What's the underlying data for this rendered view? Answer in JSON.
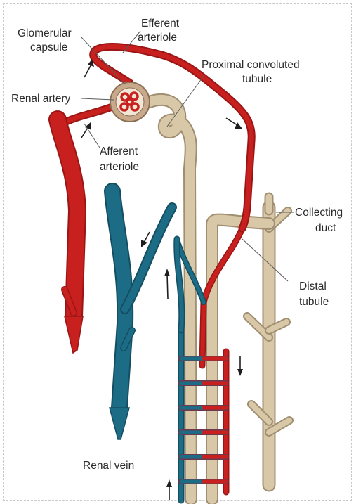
{
  "labels": {
    "efferent_line1": "Efferent",
    "efferent_line2": "arteriole",
    "glomerular_line1": "Glomerular",
    "glomerular_line2": "capsule",
    "proximal_line1": "Proximal convoluted",
    "proximal_line2": "tubule",
    "renal_artery": "Renal artery",
    "afferent_line1": "Afferent",
    "afferent_line2": "arteriole",
    "collecting_line1": "Collecting",
    "collecting_line2": "duct",
    "distal_line1": "Distal",
    "distal_line2": "tubule",
    "renal_vein": "Renal vein"
  },
  "colors": {
    "artery": "#c8201e",
    "artery_dark": "#9a1514",
    "vein": "#1d6c86",
    "vein_dark": "#134e62",
    "tubule": "#d8c8a8",
    "tubule_dark": "#9f8e70",
    "capsule": "#c9a98b"
  }
}
